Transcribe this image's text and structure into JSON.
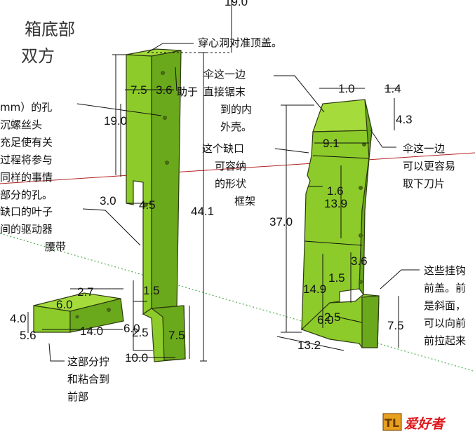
{
  "title_lines": [
    "箱底部",
    "双方"
  ],
  "notes": {
    "through_hole": "穿心洞对准顶盖。",
    "help": "助于",
    "hole_cut": [
      "mm）的孔",
      "沉螺丝头",
      "充足使有关",
      "过程将参与",
      "同样的事情",
      "部分的孔。"
    ],
    "notch_leaf": [
      "缺口的叶子",
      "间的驱动器",
      "腰带"
    ],
    "umbrella_edge": [
      "伞这一边",
      "直接锯末",
      "到的内",
      "外壳。"
    ],
    "gap_frame": [
      "这个缺口",
      "可容纳",
      "的形状",
      "框架"
    ],
    "umbrella_remove": [
      "伞这一边",
      "可以更容易",
      "取下刀片"
    ],
    "hooks": [
      "这些挂钩",
      "前盖。前",
      "是斜面，",
      "可以向前",
      "前拉起来"
    ],
    "screw_glue": [
      "这部分拧",
      "和粘合到",
      "前部"
    ]
  },
  "dims": {
    "d19_0_top": "19.0",
    "d7_5a": "7.5",
    "d3_6a": "3.6",
    "d19_0": "19.0",
    "d3_0": "3.0",
    "d4_5": "4.5",
    "d44_1": "44.1",
    "d1_5a": "1.5",
    "d2_7": "2.7",
    "d6_0a": "6.0",
    "d4_0": "4.0",
    "d5_6": "5.6",
    "d14_0": "14.0",
    "d6_0b": "6.0",
    "d2_5a": "2.5",
    "d7_5b": "7.5",
    "d10_0": "10.0",
    "d1_0": "1.0",
    "d1_4": "1.4",
    "d4_3": "4.3",
    "d9_1": "9.1",
    "d1_6": "1.6",
    "d13_9": "13.9",
    "d37_0": "37.0",
    "d3_6b": "3.6",
    "d1_5b": "1.5",
    "d14_9": "14.9",
    "d2_5b": "2.5",
    "d6_0c": "6.0",
    "d13_2": "13.2",
    "d7_5c": "7.5"
  },
  "watermark": "爱好者",
  "colors": {
    "part": "#8ccb2a",
    "axis_red": "#b22222",
    "axis_green": "#2e9d2e"
  }
}
